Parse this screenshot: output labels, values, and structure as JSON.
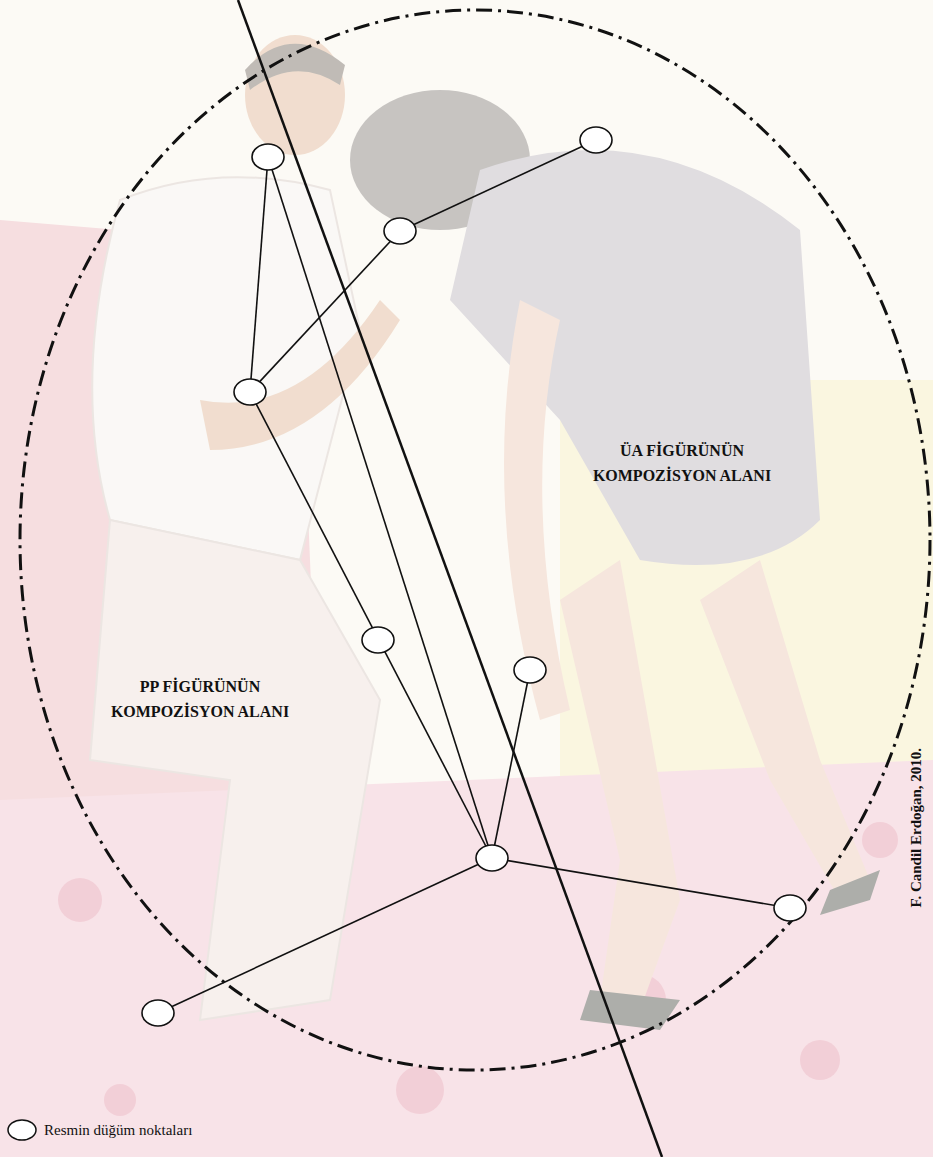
{
  "diagram": {
    "labels": [
      "ÜA FİGÜRÜNÜN KOMPOZİSYON ALANI",
      "PP FİGÜRÜNÜN KOMPOZİSYON ALANI",
      "F. Candil Erdoğan, 2010."
    ],
    "legend": [
      {
        "text": "Resmin düğüm noktaları"
      }
    ]
  }
}
